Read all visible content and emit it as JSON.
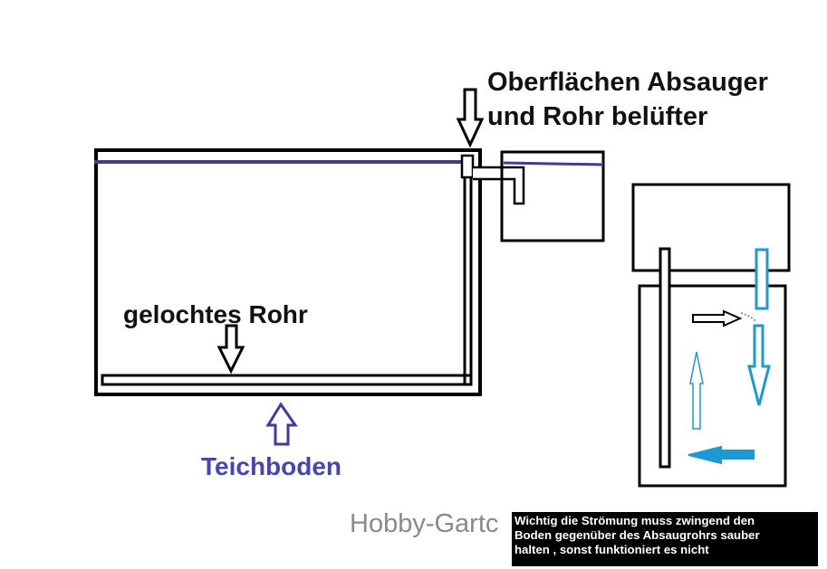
{
  "labels": {
    "surface_skimmer_line1": "Oberflächen Absauger",
    "surface_skimmer_line2": "und Rohr belüfter",
    "perforated_pipe": "gelochtes Rohr",
    "pond_floor": "Teichboden",
    "watermark": "Hobby-Gartc",
    "note_line1": "Wichtig die Strömung muss zwingend den",
    "note_line2": "Boden gegenüber des Absaugrohrs sauber",
    "note_line3": "halten , sonst funktioniert es nicht"
  },
  "colors": {
    "outline": "#000000",
    "water_line": "#3a3aa8",
    "pond_floor_text": "#4545b8",
    "flow_arrows": "#1a9ad6",
    "watermark": "#8a8a8a",
    "note_background": "#000000",
    "note_text": "#ffffff"
  },
  "icons": {
    "down_arrow": "down-arrow-icon",
    "up_arrow": "up-arrow-icon",
    "right_arrow": "right-arrow-icon",
    "left_arrow": "left-arrow-icon"
  }
}
